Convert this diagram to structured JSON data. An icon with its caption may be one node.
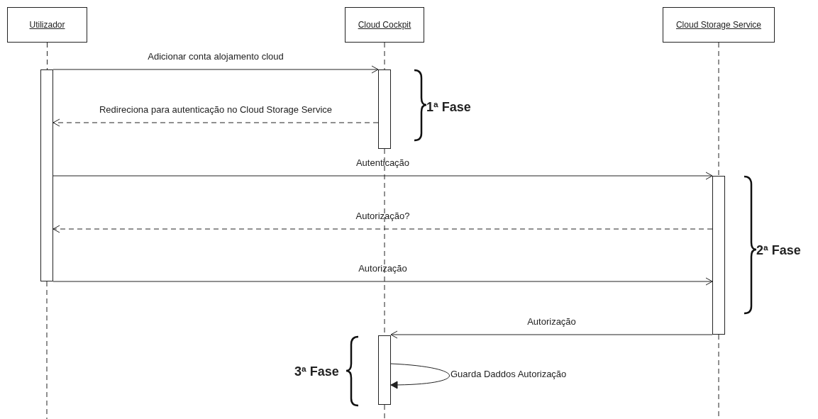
{
  "diagram": {
    "nodes": [
      {
        "text": [
          "Utilizador"
        ]
      },
      {
        "text": [
          "Cloud Cockpit"
        ]
      },
      {
        "text": [
          "Cloud Storage Service"
        ]
      },
      {
        "text": [],
        "shape": "bar"
      },
      {
        "text": [],
        "shape": "bar"
      },
      {
        "text": [],
        "shape": "bar"
      },
      {
        "text": [],
        "shape": "bar"
      }
    ],
    "edges": [
      {
        "from": 0,
        "to": 3,
        "arrow": "none",
        "style": "dashed"
      },
      {
        "from": 1,
        "to": 4,
        "arrow": "none",
        "style": "dashed"
      },
      {
        "from": 2,
        "to": 5,
        "arrow": "none",
        "style": "dashed"
      },
      {
        "from": 4,
        "to": 6,
        "arrow": "none",
        "style": "dashed"
      },
      {
        "from": 3,
        "to": null,
        "arrow": "none",
        "style": "dashed"
      },
      {
        "from": 5,
        "to": null,
        "arrow": "none",
        "style": "dashed"
      },
      {
        "from": 6,
        "to": null,
        "arrow": "none",
        "style": "dashed"
      },
      {
        "from": 3,
        "to": 4,
        "arrow": "to",
        "label": "Adicionar conta alojamento cloud"
      },
      {
        "from": 4,
        "to": 3,
        "arrow": "to",
        "style": "dashed",
        "label": "Redireciona para autenticação no Cloud Storage Service"
      },
      {
        "from": 3,
        "to": 5,
        "arrow": "to",
        "label": "Autenticação"
      },
      {
        "from": 5,
        "to": 3,
        "arrow": "to",
        "style": "dashed",
        "label": "Autorização?"
      },
      {
        "from": 3,
        "to": 5,
        "arrow": "to",
        "label": "Autorização"
      },
      {
        "from": 5,
        "to": 6,
        "arrow": "to",
        "label": "Autorização"
      },
      {
        "from": 6,
        "to": 6,
        "arrow": "to",
        "label": "Guarda Daddos Autorização"
      }
    ],
    "labels": [
      "1ª Fase",
      "2ª Fase",
      "3ª Fase"
    ]
  }
}
